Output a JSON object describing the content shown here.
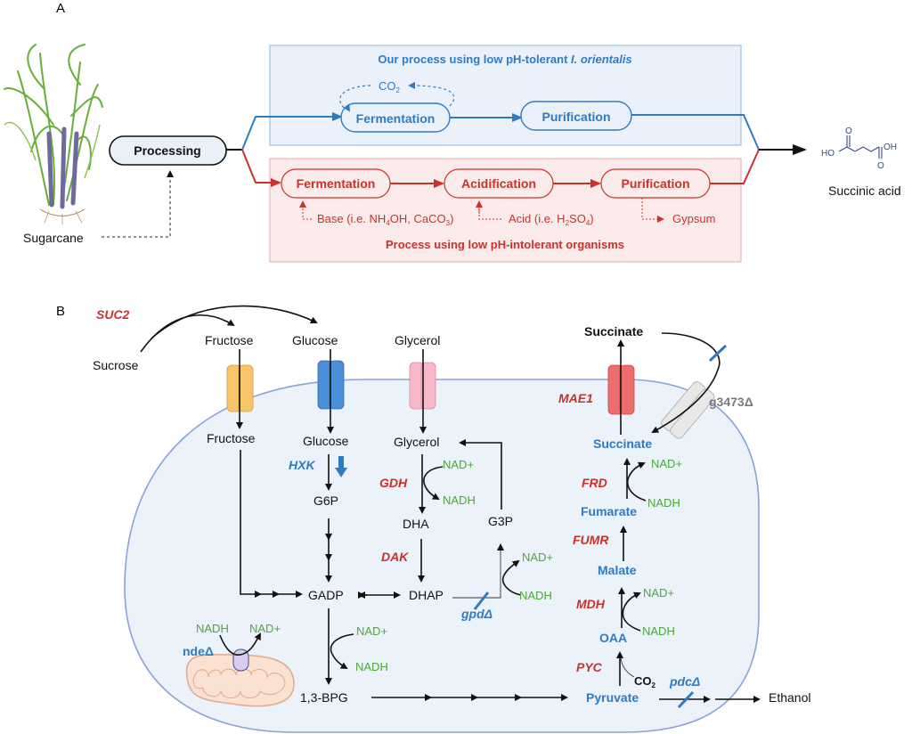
{
  "panel_a": {
    "label": "A",
    "source_label": "Sugarcane",
    "processing_label": "Processing",
    "product_label": "Succinic acid",
    "molecule": {
      "left_group": "HO",
      "right_group": "OH",
      "top_atom": "O",
      "bottom_atom": "O"
    },
    "blue_process": {
      "title_prefix": "Our process using low pH-tolerant ",
      "title_organism": "I. orientalis",
      "recycle_label": "CO",
      "recycle_sub": "2",
      "steps": [
        "Fermentation",
        "Purification"
      ],
      "color": "#2f7bc2"
    },
    "red_process": {
      "title": "Process using low pH-intolerant organisms",
      "steps": [
        "Fermentation",
        "Acidification",
        "Purification"
      ],
      "base_input": {
        "prefix": "Base (i.e. NH",
        "sub1": "4",
        "mid": "OH, CaCO",
        "sub2": "3",
        "suffix": ")"
      },
      "acid_input": {
        "prefix": "Acid (i.e. H",
        "sub1": "2",
        "mid": "SO",
        "sub2": "4",
        "suffix": ")"
      },
      "byproduct": "Gypsum",
      "color": "#c8322c"
    }
  },
  "panel_b": {
    "label": "B",
    "enzyme_suc2": "SUC2",
    "external": {
      "sucrose": "Sucrose",
      "fructose": "Fructose",
      "glucose": "Glucose",
      "glycerol": "Glycerol",
      "succinate": "Succinate",
      "ethanol": "Ethanol"
    },
    "internal": {
      "fructose": "Fructose",
      "glucose": "Glucose",
      "glycerol": "Glycerol",
      "g6p": "G6P",
      "dha": "DHA",
      "g3p": "G3P",
      "gadp": "GADP",
      "dhap": "DHAP",
      "bpg": "1,3-BPG",
      "pyruvate": "Pyruvate",
      "oaa": "OAA",
      "malate": "Malate",
      "fumarate": "Fumarate",
      "succinate": "Succinate"
    },
    "enzymes": {
      "hxk": "HXK",
      "gdh": "GDH",
      "dak": "DAK",
      "mae1": "MAE1",
      "frd": "FRD",
      "fumr": "FUMR",
      "mdh": "MDH",
      "pyc": "PYC"
    },
    "deletions": {
      "gpd": "gpdΔ",
      "nde": "ndeΔ",
      "pdc": "pdcΔ",
      "g3473": "g3473Δ"
    },
    "cofactors": {
      "nad_plus": "NAD+",
      "nadh": "NADH",
      "co2": "CO",
      "co2_sub": "2"
    },
    "colors": {
      "enzyme_overexpressed": "#c8322c",
      "engineered": "#2f7bc2",
      "cofactor": "#4ea63a",
      "deleted_transporter": "#7a7a7a"
    }
  }
}
